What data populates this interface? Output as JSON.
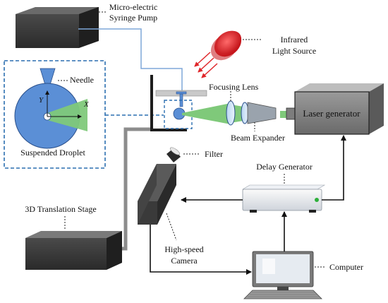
{
  "labels": {
    "pump_line1": "Micro-electric",
    "pump_line2": "Syringe Pump",
    "infrared_line1": "Infrared",
    "infrared_line2": "Light Source",
    "needle": "Needle",
    "axis_y": "Y",
    "axis_x": "X",
    "suspended_droplet": "Suspended Droplet",
    "focusing_lens": "Focusing Lens",
    "laser_generator": "Laser generator",
    "beam_expander": "Beam Expander",
    "filter": "Filter",
    "delay_generator": "Delay Generator",
    "translation_stage": "3D Translation Stage",
    "camera_line1": "High-speed",
    "camera_line2": "Camera",
    "computer": "Computer"
  },
  "colors": {
    "box_dark": "#3a3a3a",
    "box_top": "#6d6d6d",
    "droplet_blue": "#5b8fd6",
    "beam_green": "#7fc97a",
    "dashed_blue": "#2c6fb0",
    "infrared_red": "#e0262a",
    "stage_gray": "#8c8c8c"
  }
}
